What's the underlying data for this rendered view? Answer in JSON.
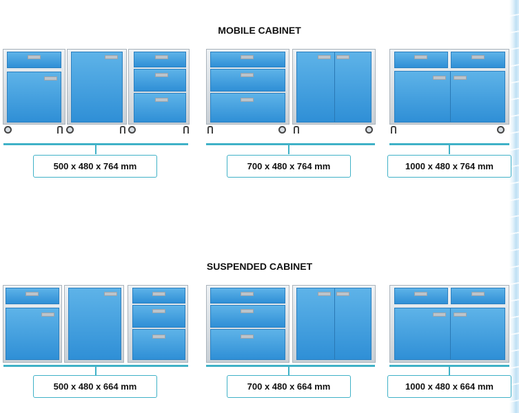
{
  "sections": [
    {
      "title": "MOBILE CABINET",
      "dimensions": [
        "500 x 480 x 764 mm",
        "700 x 480 x 764 mm",
        "1000 x 480 x 764 mm"
      ]
    },
    {
      "title": "SUSPENDED CABINET",
      "dimensions": [
        "500 x 480 x 664 mm",
        "700 x 480 x 664 mm",
        "1000 x 480 x 664 mm"
      ]
    }
  ],
  "colors": {
    "panel": "#2f8fd6",
    "frame": "#c9d0d6",
    "accent_line": "#3fb1c7",
    "handle": "#bcc4cb"
  }
}
